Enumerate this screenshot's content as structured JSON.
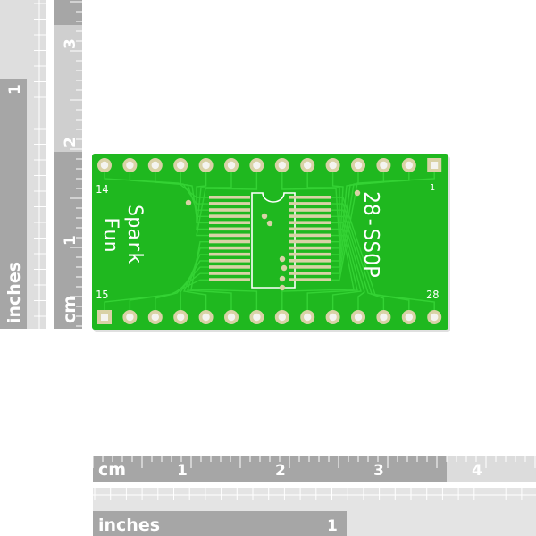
{
  "colors": {
    "pcb_green": "#1fb81f",
    "pcb_trace": "#2fcf2f",
    "pad_gold": "#d9d2a6",
    "silkscreen": "#ffffff",
    "ruler_dark": "#a6a6a6",
    "ruler_light": "#cfcfcf",
    "background": "#ffffff"
  },
  "board": {
    "pin_count": 28,
    "label_part": "28-SSOP",
    "label_brand_top": "Spark",
    "label_brand_bottom": "Fun",
    "pin_labels": {
      "p1": "1",
      "p14": "14",
      "p15": "15",
      "p28": "28"
    }
  },
  "ruler_vertical": {
    "cm_label": "cm",
    "inches_label": "inches",
    "cm_numbers": [
      "1",
      "2",
      "3"
    ],
    "inch_numbers": [
      "1"
    ]
  },
  "ruler_horizontal": {
    "cm_label": "cm",
    "inches_label": "inches",
    "cm_numbers": [
      "1",
      "2",
      "3",
      "4"
    ],
    "inch_numbers": [
      "1"
    ]
  }
}
